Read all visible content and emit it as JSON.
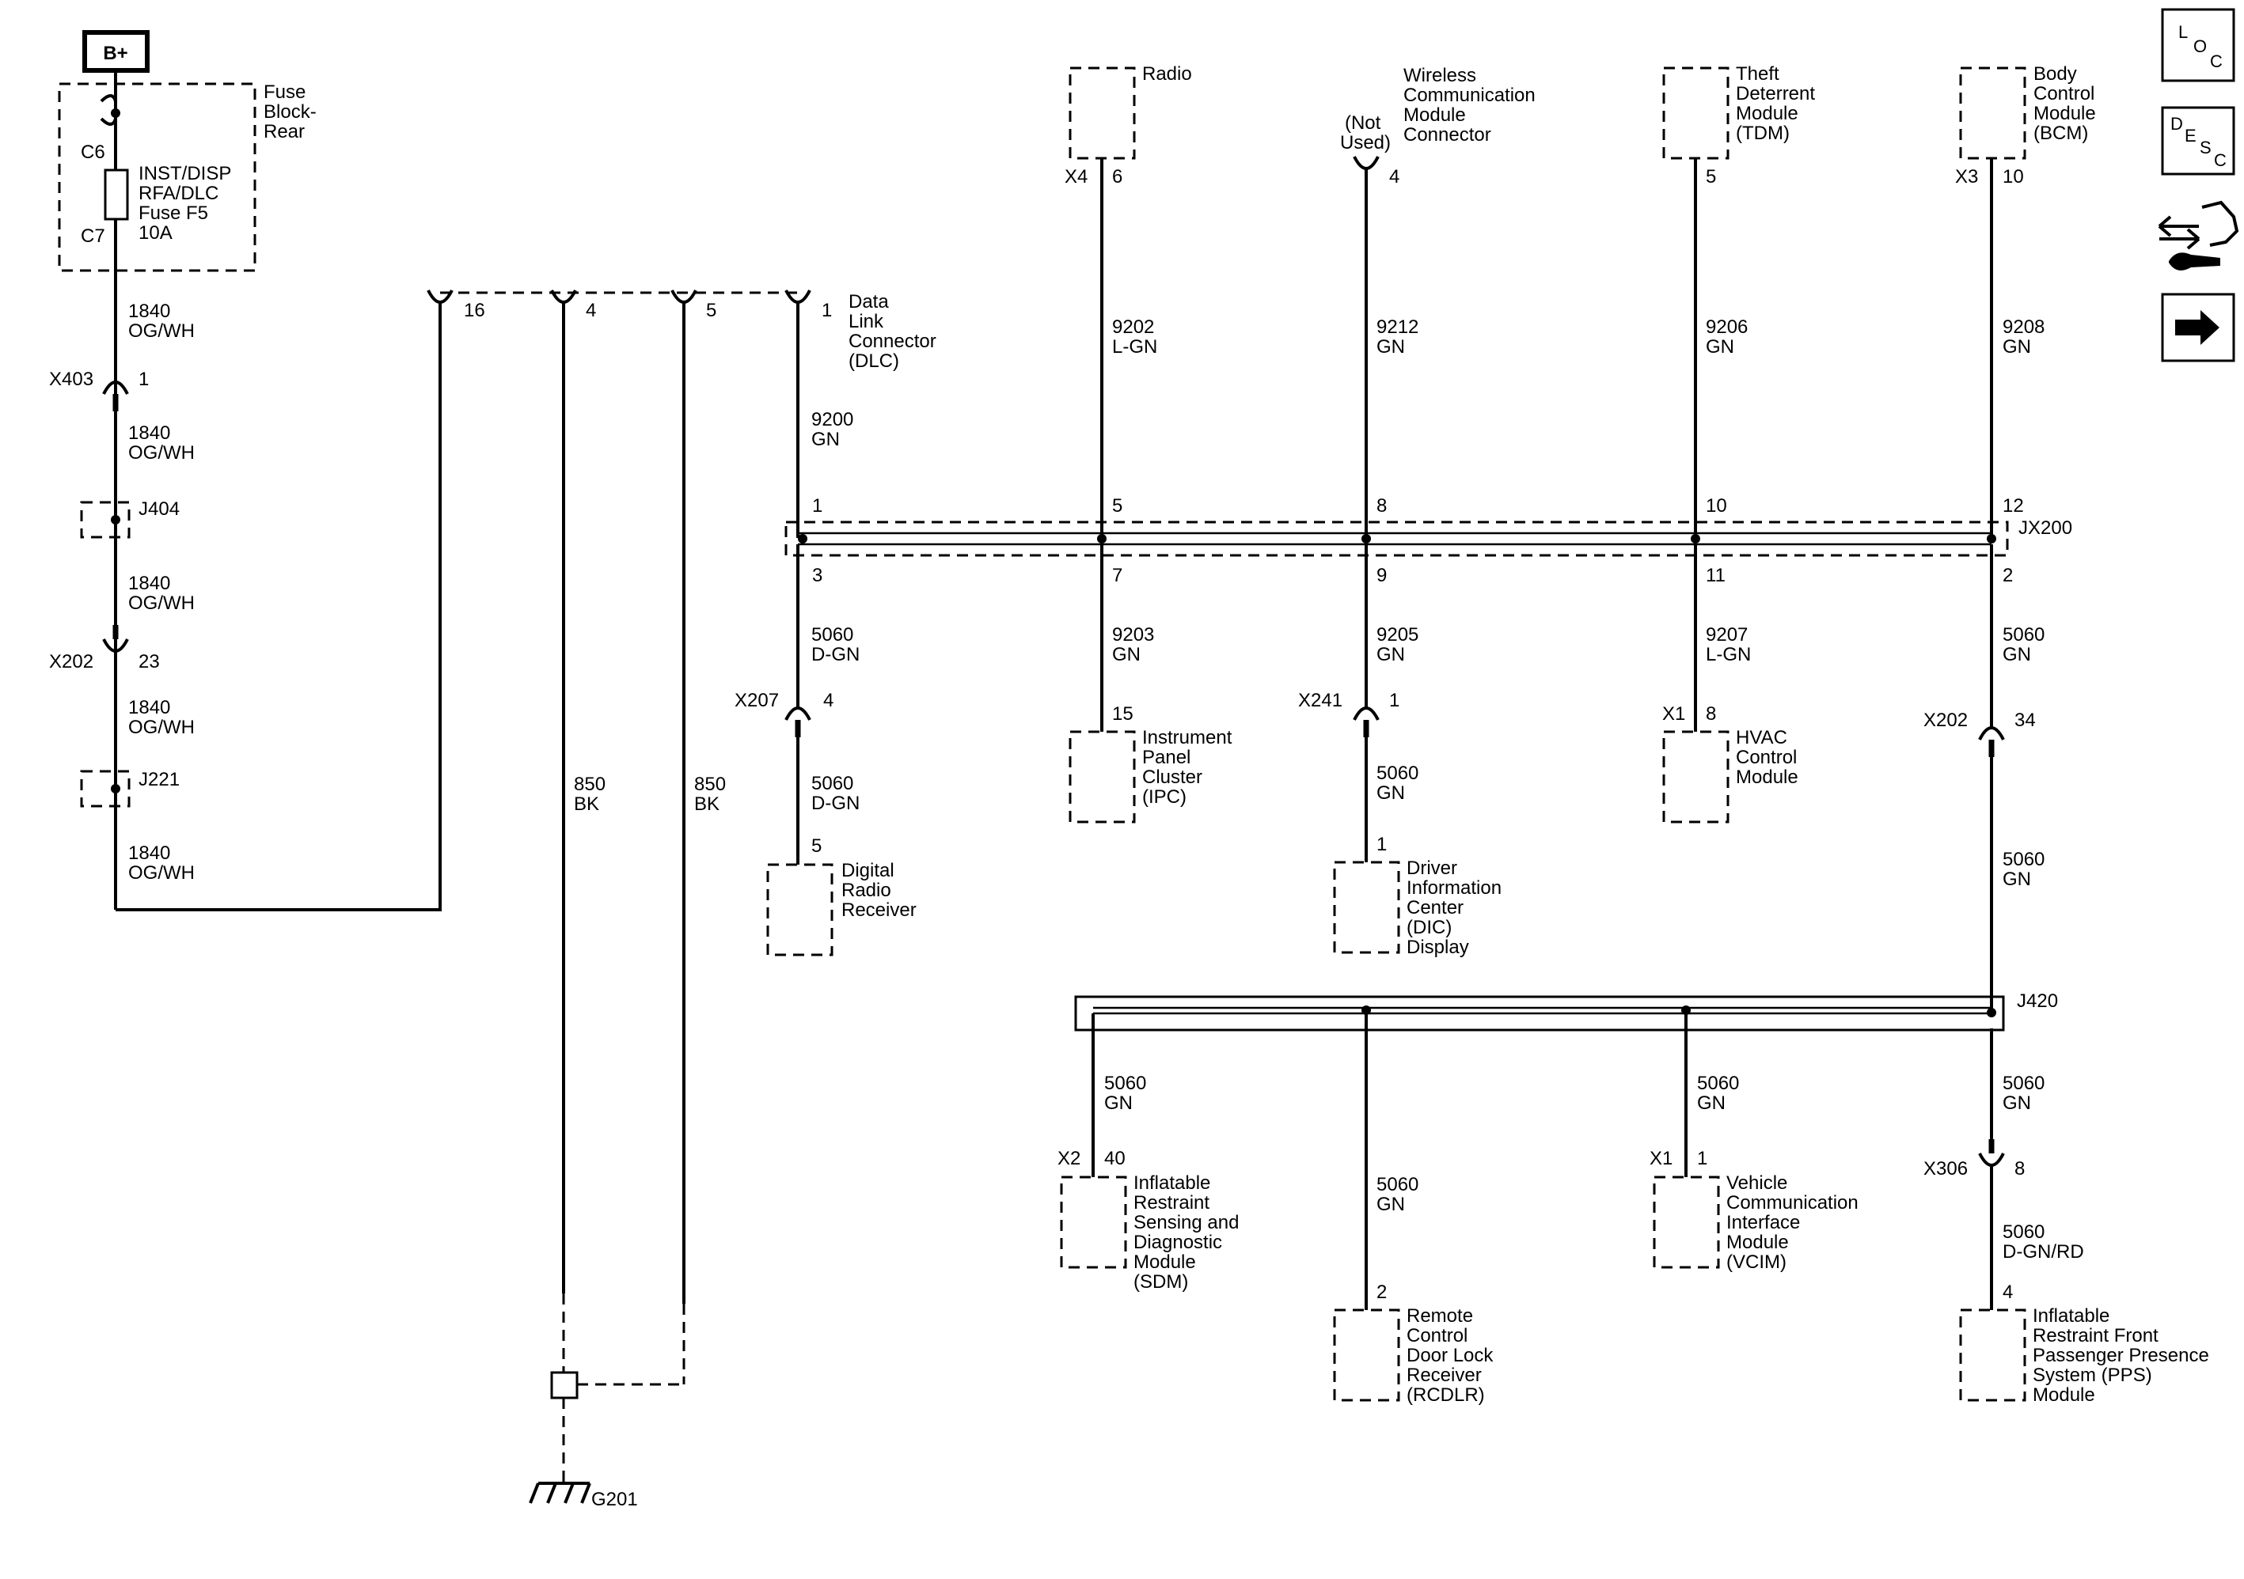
{
  "power": {
    "label": "B+"
  },
  "fuse_block": {
    "name": [
      "Fuse",
      "Block-",
      "Rear"
    ],
    "pin_top": "C6",
    "pin_bottom": "C7",
    "fuse": [
      "INST/DISP",
      "RFA/DLC",
      "Fuse F5",
      "10A"
    ]
  },
  "left_circuit": {
    "wire1": [
      "1840",
      "OG/WH"
    ],
    "x403": {
      "conn": "X403",
      "pin": "1"
    },
    "wire2": [
      "1840",
      "OG/WH"
    ],
    "j404": "J404",
    "wire3": [
      "1840",
      "OG/WH"
    ],
    "x202": {
      "conn": "X202",
      "pin": "23"
    },
    "wire4": [
      "1840",
      "OG/WH"
    ],
    "j221": "J221",
    "wire5": [
      "1840",
      "OG/WH"
    ]
  },
  "dlc": {
    "pins": [
      "16",
      "4",
      "5",
      "1"
    ],
    "name": [
      "Data",
      "Link",
      "Connector",
      "(DLC)"
    ],
    "wire_pin1": [
      "9200",
      "GN"
    ],
    "ground_wire_a": [
      "850",
      "BK"
    ],
    "ground_wire_b": [
      "850",
      "BK"
    ],
    "ground": "G201"
  },
  "top_modules": {
    "radio": {
      "name": [
        "Radio"
      ],
      "conn": "X4",
      "pin": "6",
      "wire": [
        "9202",
        "L-GN"
      ]
    },
    "wcm": {
      "name": [
        "Wireless",
        "Communication",
        "Module",
        "Connector"
      ],
      "note": [
        "(Not",
        "Used)"
      ],
      "pin": "4",
      "wire": [
        "9212",
        "GN"
      ]
    },
    "tdm": {
      "name": [
        "Theft",
        "Deterrent",
        "Module",
        "(TDM)"
      ],
      "pin": "5",
      "wire": [
        "9206",
        "GN"
      ]
    },
    "bcm": {
      "name": [
        "Body",
        "Control",
        "Module",
        "(BCM)"
      ],
      "conn": "X3",
      "pin": "10",
      "wire": [
        "9208",
        "GN"
      ]
    }
  },
  "splice_pack": {
    "name": "JX200",
    "top_pins": [
      "1",
      "5",
      "8",
      "10",
      "12"
    ],
    "bottom_pins": [
      "3",
      "7",
      "9",
      "11",
      "2"
    ]
  },
  "bottom_modules": {
    "drr": {
      "wire1": [
        "5060",
        "D-GN"
      ],
      "conn": "X207",
      "cpin": "4",
      "wire2": [
        "5060",
        "D-GN"
      ],
      "pin": "5",
      "name": [
        "Digital",
        "Radio",
        "Receiver"
      ]
    },
    "ipc": {
      "wire": [
        "9203",
        "GN"
      ],
      "pin": "15",
      "name": [
        "Instrument",
        "Panel",
        "Cluster",
        "(IPC)"
      ]
    },
    "dic": {
      "wire1": [
        "9205",
        "GN"
      ],
      "conn": "X241",
      "cpin": "1",
      "wire2": [
        "5060",
        "GN"
      ],
      "pin": "1",
      "name": [
        "Driver",
        "Information",
        "Center",
        "(DIC)",
        "Display"
      ]
    },
    "hvac": {
      "wire": [
        "9207",
        "L-GN"
      ],
      "conn": "X1",
      "pin": "8",
      "name": [
        "HVAC",
        "Control",
        "Module"
      ]
    },
    "bcm_out": {
      "wire1": [
        "5060",
        "GN"
      ],
      "conn": "X202",
      "cpin": "34",
      "wire2": [
        "5060",
        "GN"
      ]
    }
  },
  "j420": {
    "name": "J420",
    "sdm": {
      "wire": [
        "5060",
        "GN"
      ],
      "conn": "X2",
      "pin": "40",
      "name": [
        "Inflatable",
        "Restraint",
        "Sensing and",
        "Diagnostic",
        "Module",
        "(SDM)"
      ]
    },
    "rcdlr": {
      "wire": [
        "5060",
        "GN"
      ],
      "pin": "2",
      "name": [
        "Remote",
        "Control",
        "Door Lock",
        "Receiver",
        "(RCDLR)"
      ]
    },
    "vcim": {
      "wire": [
        "5060",
        "GN"
      ],
      "conn": "X1",
      "pin": "1",
      "name": [
        "Vehicle",
        "Communication",
        "Interface",
        "Module",
        "(VCIM)"
      ]
    },
    "pps": {
      "wire1": [
        "5060",
        "GN"
      ],
      "conn": "X306",
      "cpin": "8",
      "wire2": [
        "5060",
        "D-GN/RD"
      ],
      "pin": "4",
      "name": [
        "Inflatable",
        "Restraint Front",
        "Passenger Presence",
        "System (PPS)",
        "Module"
      ]
    }
  },
  "side_buttons": {
    "loc": [
      "L",
      "O",
      "C"
    ],
    "desc": [
      "D",
      "E",
      "S",
      "C"
    ],
    "icons": [
      "connector-info-icon",
      "next-page-icon"
    ]
  }
}
